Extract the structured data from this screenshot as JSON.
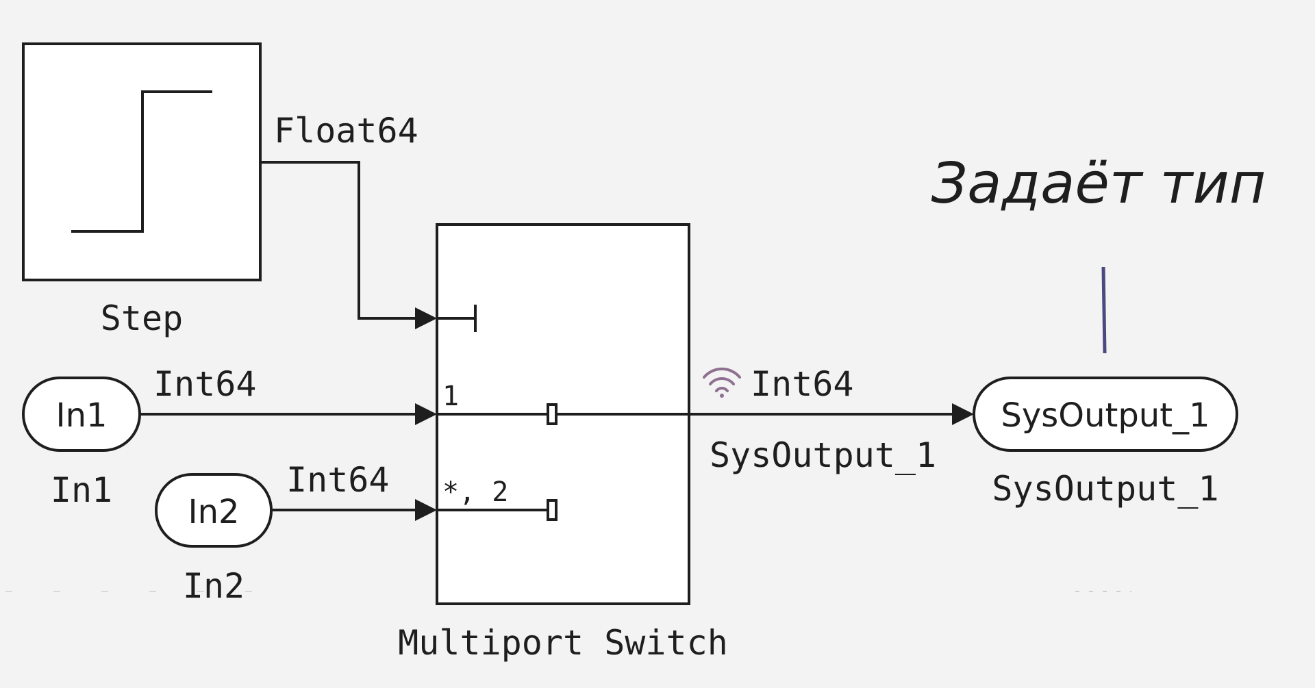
{
  "blocks": {
    "step": {
      "name": "Step"
    },
    "in1": {
      "port_label": "In1",
      "name": "In1"
    },
    "in2": {
      "port_label": "In2",
      "name": "In2"
    },
    "switch": {
      "name": "Multiport Switch",
      "port1": "1",
      "port2": "*, 2"
    },
    "out": {
      "port_label": "SysOutput_1",
      "name": "SysOutput_1"
    }
  },
  "signals": {
    "step_out": "Float64",
    "in1_out": "Int64",
    "in2_out": "Int64",
    "switch_out": "Int64",
    "switch_out_name": "SysOutput_1"
  },
  "annotation": {
    "text": "Задаёт тип"
  },
  "icons": {
    "signal_logging": "wifi-icon"
  },
  "colors": {
    "background": "#f3f3f3",
    "line": "#1e1e1e",
    "annotation_line": "#4a4a80",
    "wifi_icon": "#8e7090"
  }
}
